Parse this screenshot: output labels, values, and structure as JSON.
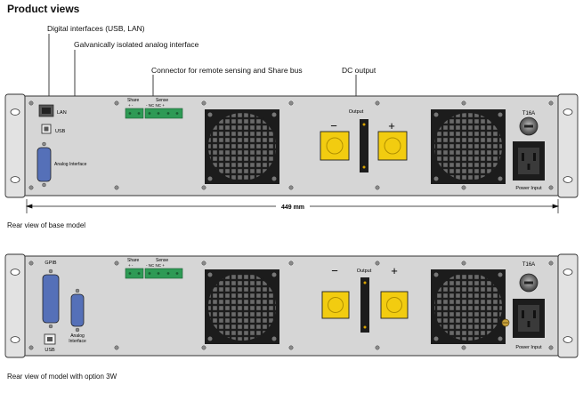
{
  "page_title": "Product views",
  "callouts": {
    "digital": "Digital interfaces (USB, LAN)",
    "analog": "Galvanically isolated analog interface",
    "connector": "Connector for remote sensing and Share bus",
    "dc_output": "DC output"
  },
  "dimension": "449 mm",
  "captions": {
    "base": "Rear view of base model",
    "option": "Rear view of model with option 3W"
  },
  "panel_base": {
    "lan": "LAN",
    "usb": "USB",
    "analog": "Analog Interface",
    "share": "Share",
    "share_pins": "+ -",
    "sense": "Sense",
    "sense_pins": "- NC NC +",
    "output": "Output",
    "minus": "−",
    "plus": "+",
    "fuse": "T16A",
    "power_input": "Power Input"
  },
  "panel_option": {
    "gpib": "GPIB",
    "usb": "USB",
    "analog_line1": "Analog",
    "analog_line2": "Interface",
    "share": "Share",
    "share_pins": "+ -",
    "sense": "Sense",
    "sense_pins": "- NC NC +",
    "output": "Output",
    "minus": "−",
    "plus": "+",
    "fuse": "T16A",
    "power_input": "Power Input"
  },
  "colors": {
    "panel": "#d6d6d6",
    "terminal": "#2e9a55",
    "button": "#f2cc10",
    "fan": "#1c1c1c",
    "dsub": "#5570b8"
  }
}
